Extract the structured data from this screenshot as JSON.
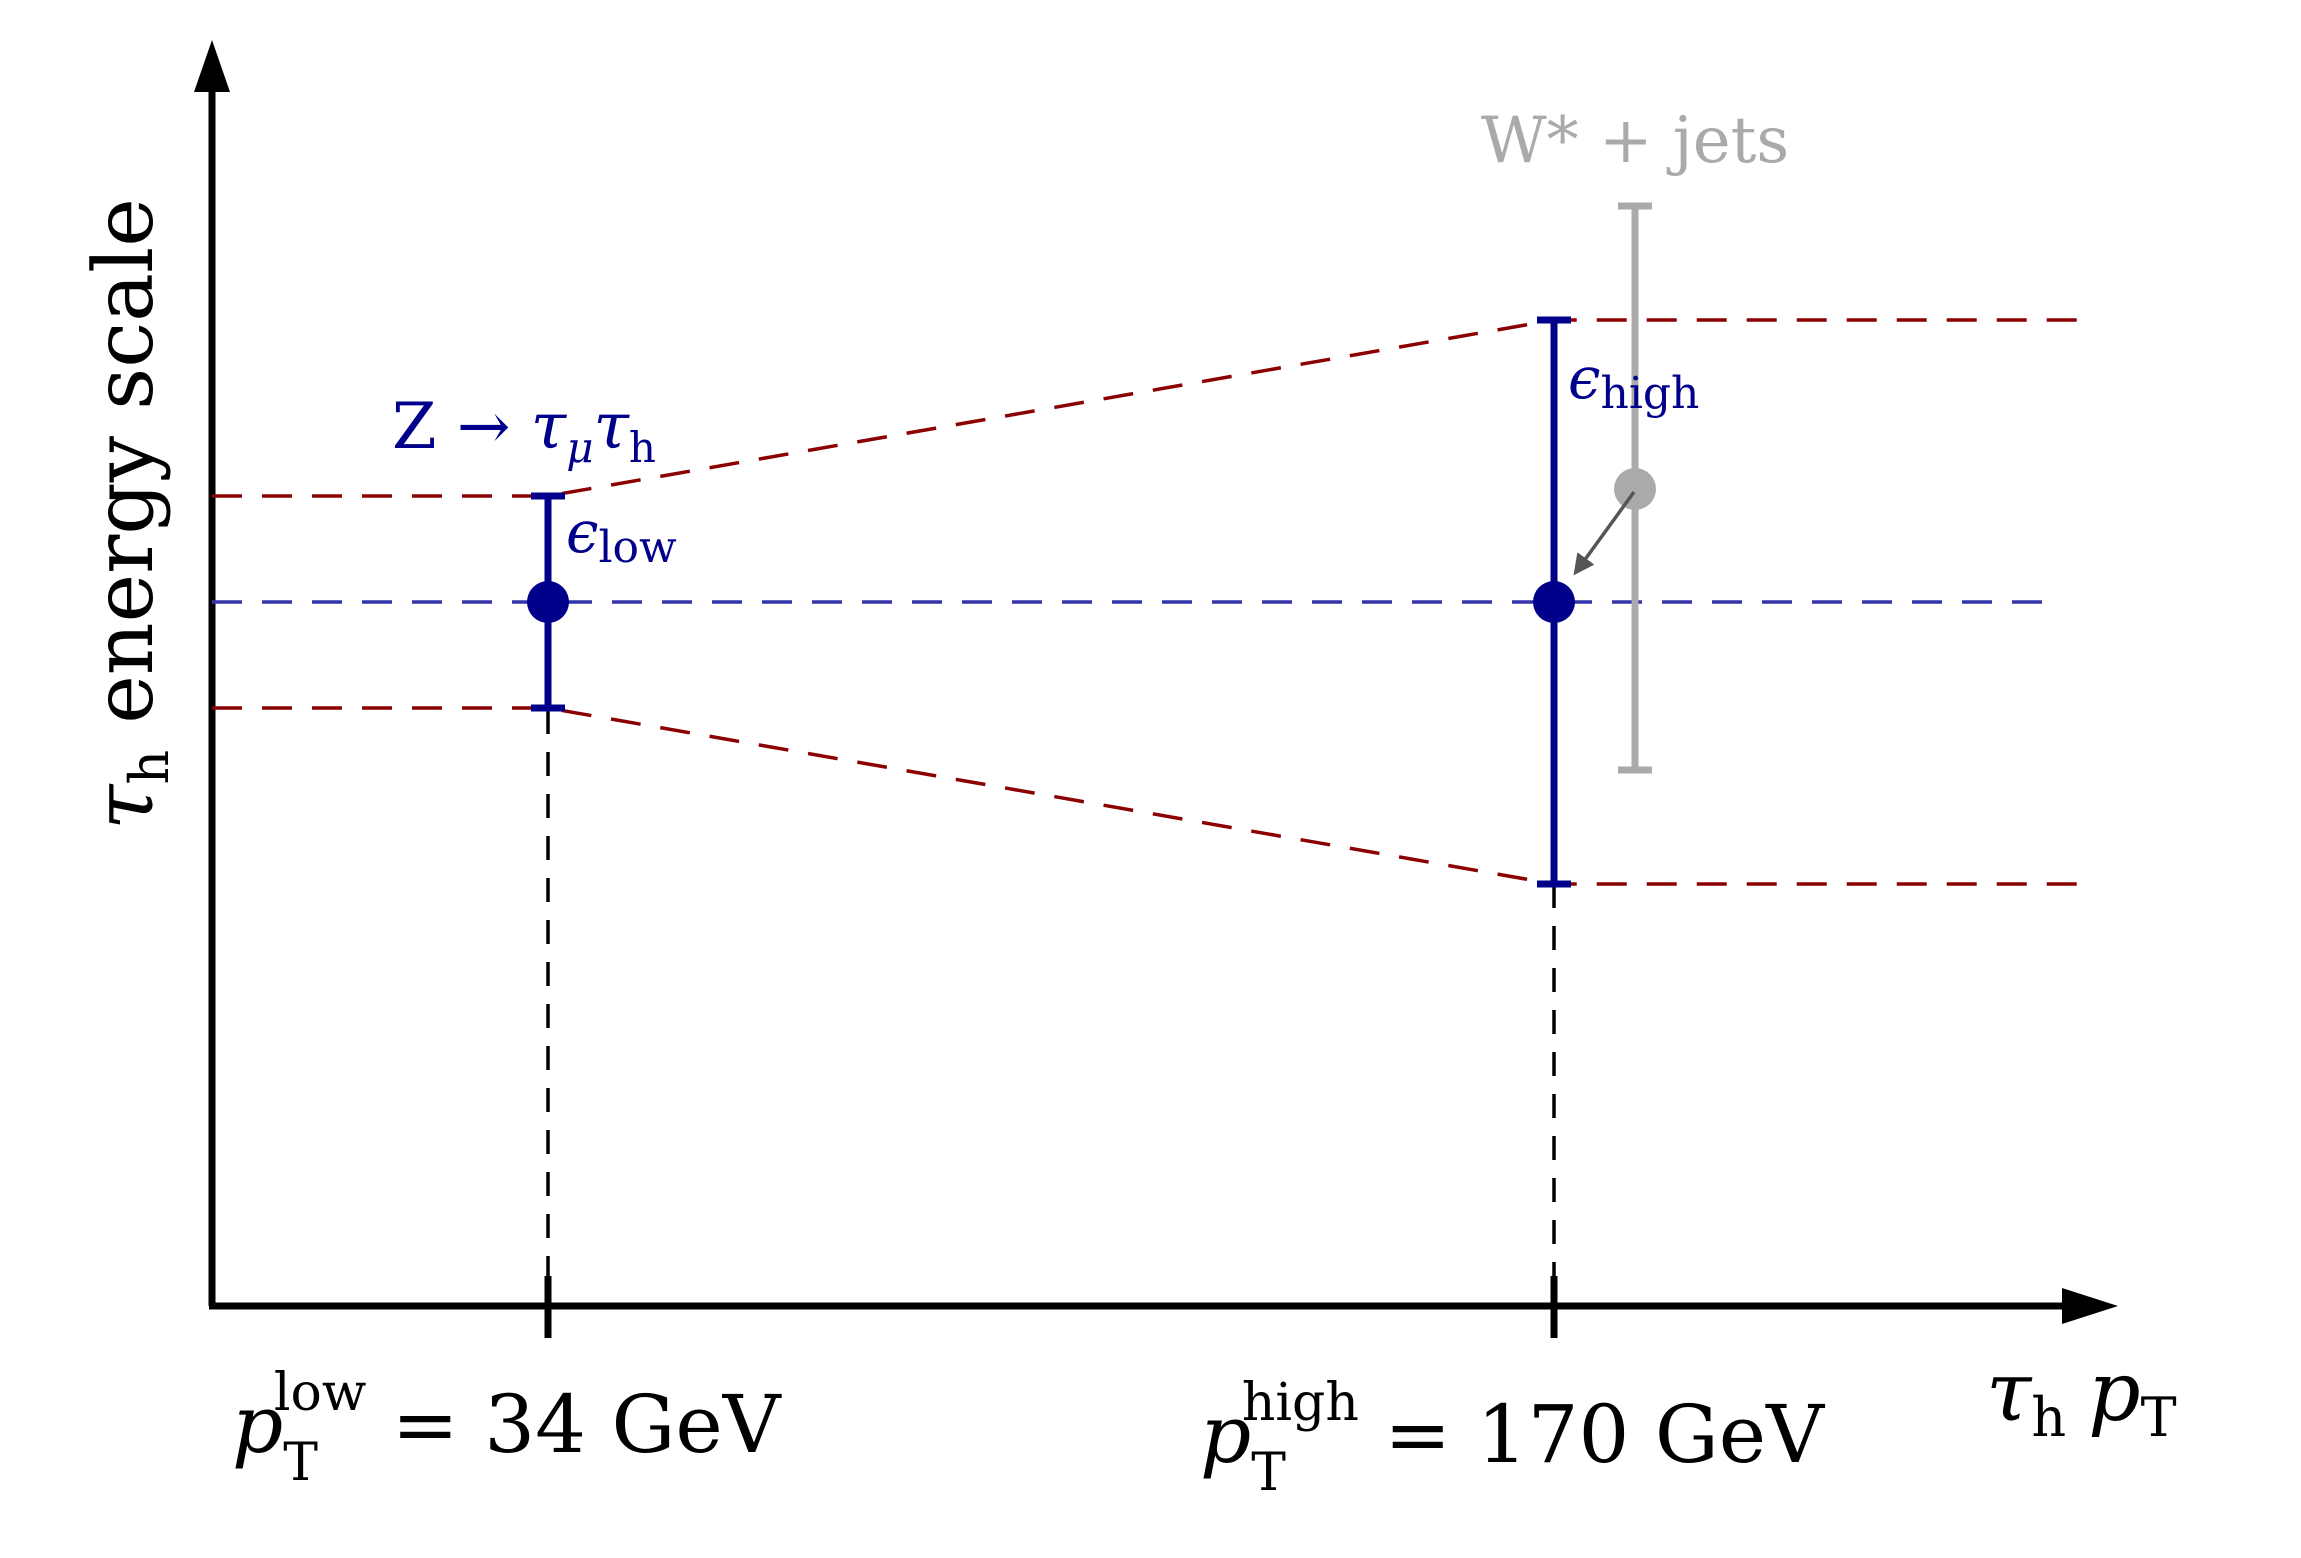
{
  "axes": {
    "y_label": {
      "tau": "τ",
      "sub": "h",
      "rest": " energy scale"
    },
    "x_label": {
      "tau": "τ",
      "sub1": "h",
      "p": "p",
      "sub2": "T"
    }
  },
  "ticks": {
    "low": {
      "p": "p",
      "sub": "T",
      "sup": "low",
      "rest": " = 34 GeV"
    },
    "high": {
      "p": "p",
      "sub": "T",
      "sup": "high",
      "rest": " = 170 GeV"
    }
  },
  "labels": {
    "z_channel": {
      "pre": "Z → ",
      "tau1": "τ",
      "sub1": "μ",
      "tau2": "τ",
      "sub2": "h"
    },
    "w_channel": {
      "text": "W* + jets"
    },
    "eps_low": {
      "eps": "ϵ",
      "sub": "low"
    },
    "eps_high": {
      "eps": "ϵ",
      "sub": "high"
    }
  },
  "colors": {
    "axis": "#000000",
    "blue": "#00008b",
    "blue_dashed": "#3333aa",
    "red_dashed": "#8b0000",
    "gray": "#aaaaaa",
    "arrow_gray": "#555555"
  }
}
